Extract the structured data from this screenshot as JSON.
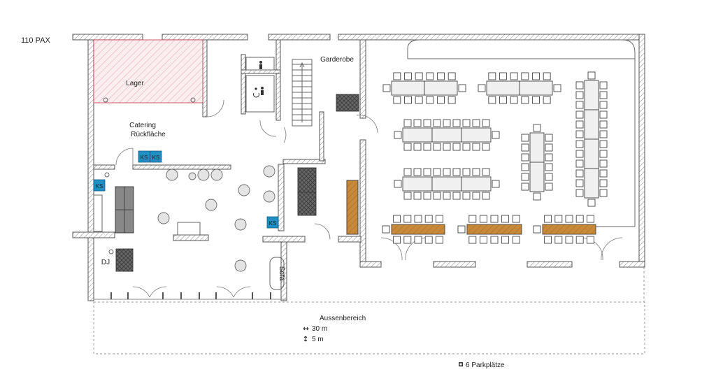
{
  "capacity": "110 PAX",
  "rooms": {
    "lager": "Lager",
    "catering_line1": "Catering",
    "catering_line2": "Rückfläche",
    "garderobe": "Garderobe",
    "dj": "DJ",
    "sofa": "Sofa"
  },
  "ks_label": "KS",
  "outdoor": {
    "title": "Aussenbereich",
    "width": "30 m",
    "depth": "5 m"
  },
  "parking": "6 Parkplätze",
  "icons": {
    "toilet_male": "male-toilet-icon",
    "toilet_accessible": "accessible-toilet-icon",
    "width_arrow": "horizontal-arrow-icon",
    "depth_arrow": "vertical-arrow-icon",
    "parking": "parking-icon"
  },
  "colors": {
    "ks": "#1f8fc4",
    "bar_tables": "#c8893a",
    "lager_hatch": "#e7a6b0"
  }
}
